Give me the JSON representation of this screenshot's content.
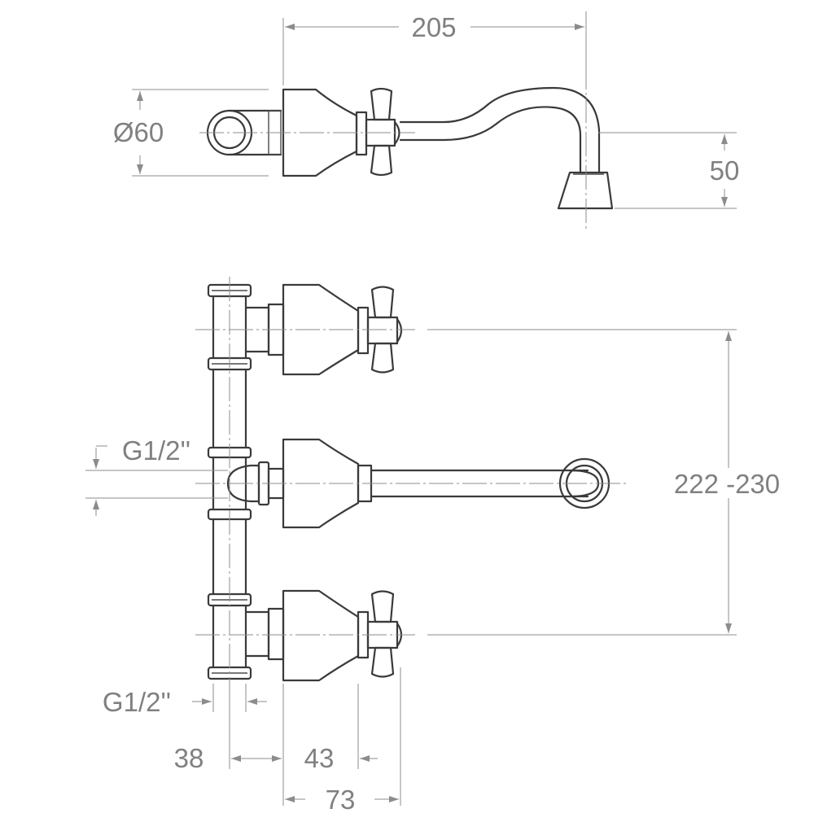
{
  "drawing": {
    "dimensions": {
      "spout_reach": "205",
      "rosette_diameter": "Ø60",
      "spout_height": "50",
      "inlet_thread_top": "G1/2''",
      "inlet_thread_bottom": "G1/2''",
      "center_distance": "222 -230",
      "pipe_offset": "38",
      "handle_offset": "43",
      "body_depth": "73"
    }
  }
}
